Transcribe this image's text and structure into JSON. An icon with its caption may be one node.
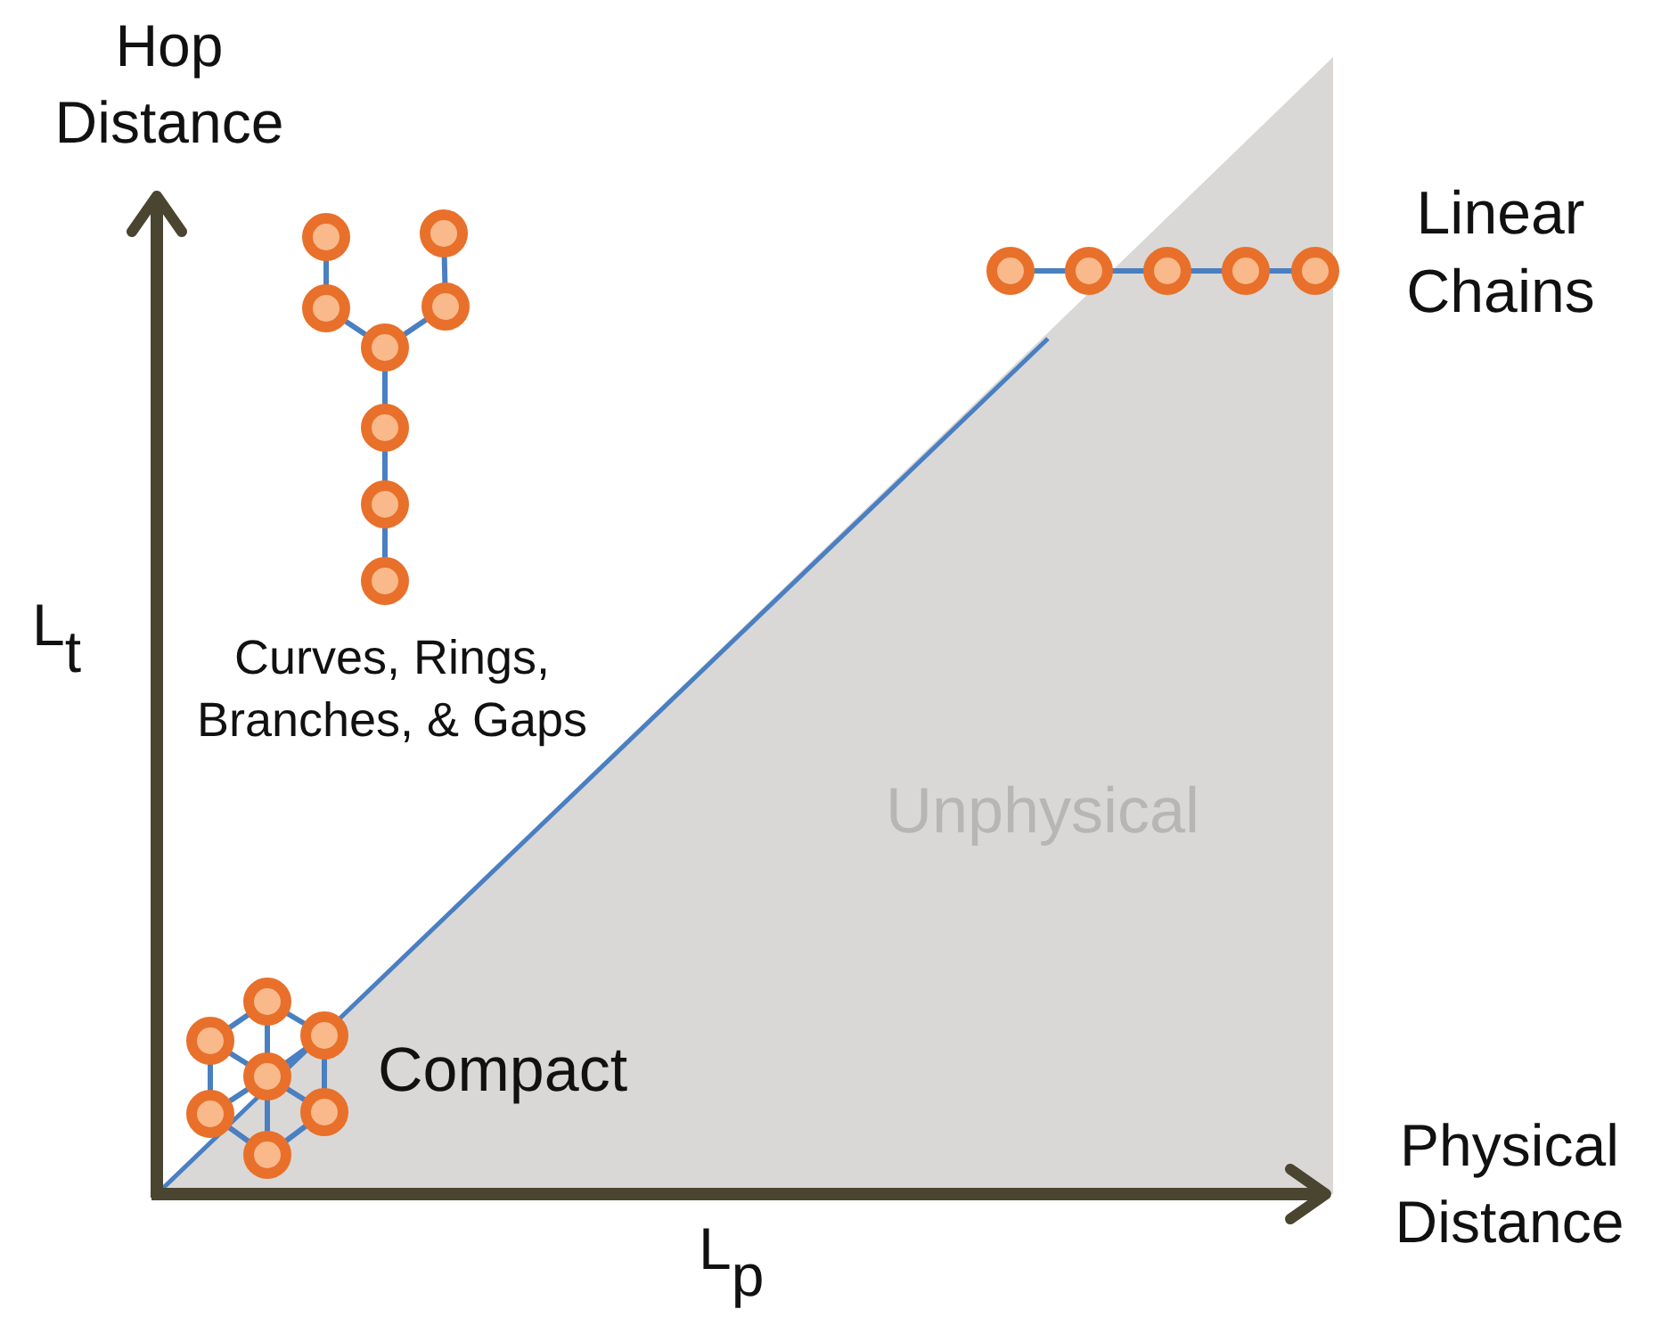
{
  "diagram": {
    "labels": [
      "Hop Distance",
      "L$_{t}$",
      "Curves, Rings, Branches, & Gaps",
      "Linear Chains",
      "Unphysical",
      "Compact",
      "Physical Distance",
      "L$_{p}$"
    ]
  }
}
